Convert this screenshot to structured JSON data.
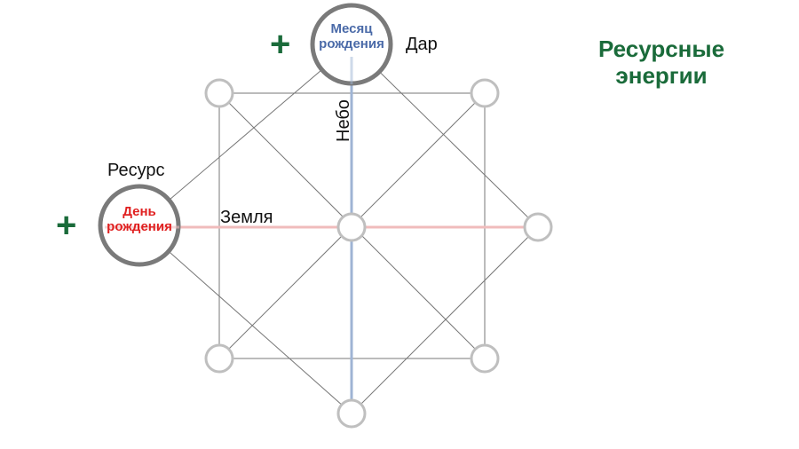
{
  "title": {
    "line1": "Ресурсные",
    "line2": "энергии",
    "color": "#1a6b3a"
  },
  "plus_signs": {
    "top": "+",
    "left": "+",
    "color": "#1a6b3a"
  },
  "labels": {
    "dar": "Дар",
    "resurs": "Ресурс",
    "zemlya": "Земля",
    "nebo": "Небо"
  },
  "big_circles": {
    "month": {
      "line1": "Месяц",
      "line2": "рождения",
      "color": "#4a6aa8"
    },
    "day": {
      "line1": "День",
      "line2": "рождения",
      "color": "#e02020"
    }
  },
  "colors": {
    "grid_lines": "#777777",
    "node_stroke": "#bfbfbf",
    "big_circle_stroke": "#7a7a7a",
    "sky_axis": "#9fb4d4",
    "earth_axis": "#f0bcbc"
  }
}
